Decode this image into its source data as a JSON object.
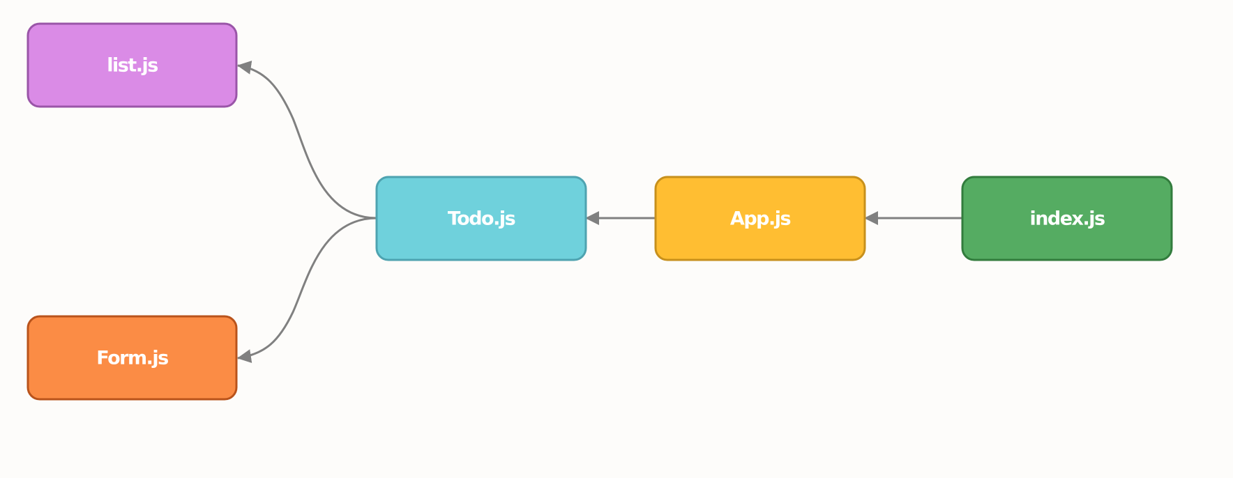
{
  "diagram": {
    "nodes": [
      {
        "id": "list",
        "label": "list.js",
        "fill": "#da8be6",
        "stroke": "#9a55a8"
      },
      {
        "id": "todo",
        "label": "Todo.js",
        "fill": "#6fd1dc",
        "stroke": "#4ea3b0"
      },
      {
        "id": "app",
        "label": "App.js",
        "fill": "#ffbe32",
        "stroke": "#c7901c"
      },
      {
        "id": "index",
        "label": "index.js",
        "fill": "#55ac62",
        "stroke": "#327c3d"
      },
      {
        "id": "form",
        "label": "Form.js",
        "fill": "#fb8c45",
        "stroke": "#b9531b"
      }
    ],
    "edges": [
      {
        "from": "index",
        "to": "app"
      },
      {
        "from": "app",
        "to": "todo"
      },
      {
        "from": "todo",
        "to": "list"
      },
      {
        "from": "todo",
        "to": "form"
      }
    ],
    "edge_color": "#808080",
    "background": "#fdfcfa"
  }
}
